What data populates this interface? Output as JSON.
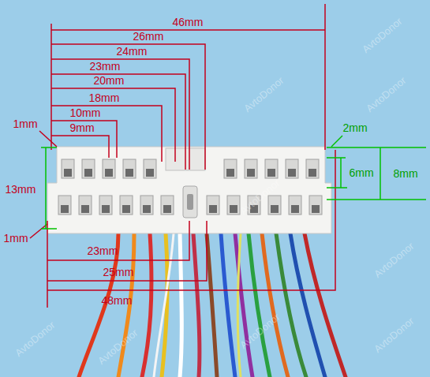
{
  "diagram": {
    "labels": [
      "46mm",
      "26mm",
      "24mm",
      "23mm",
      "20mm",
      "18mm",
      "10mm",
      "9mm",
      "1mm",
      "13mm",
      "1mm",
      "23mm",
      "25mm",
      "48mm",
      "2mm",
      "6mm",
      "8mm",
      "AvtoDonor",
      "AvtoDonor",
      "AvtoDonor",
      "AvtoDonor",
      "AvtoDonor",
      "AvtoDonor",
      "AvtoDonor",
      "AvtoDonor",
      "AvtoDonor"
    ]
  }
}
